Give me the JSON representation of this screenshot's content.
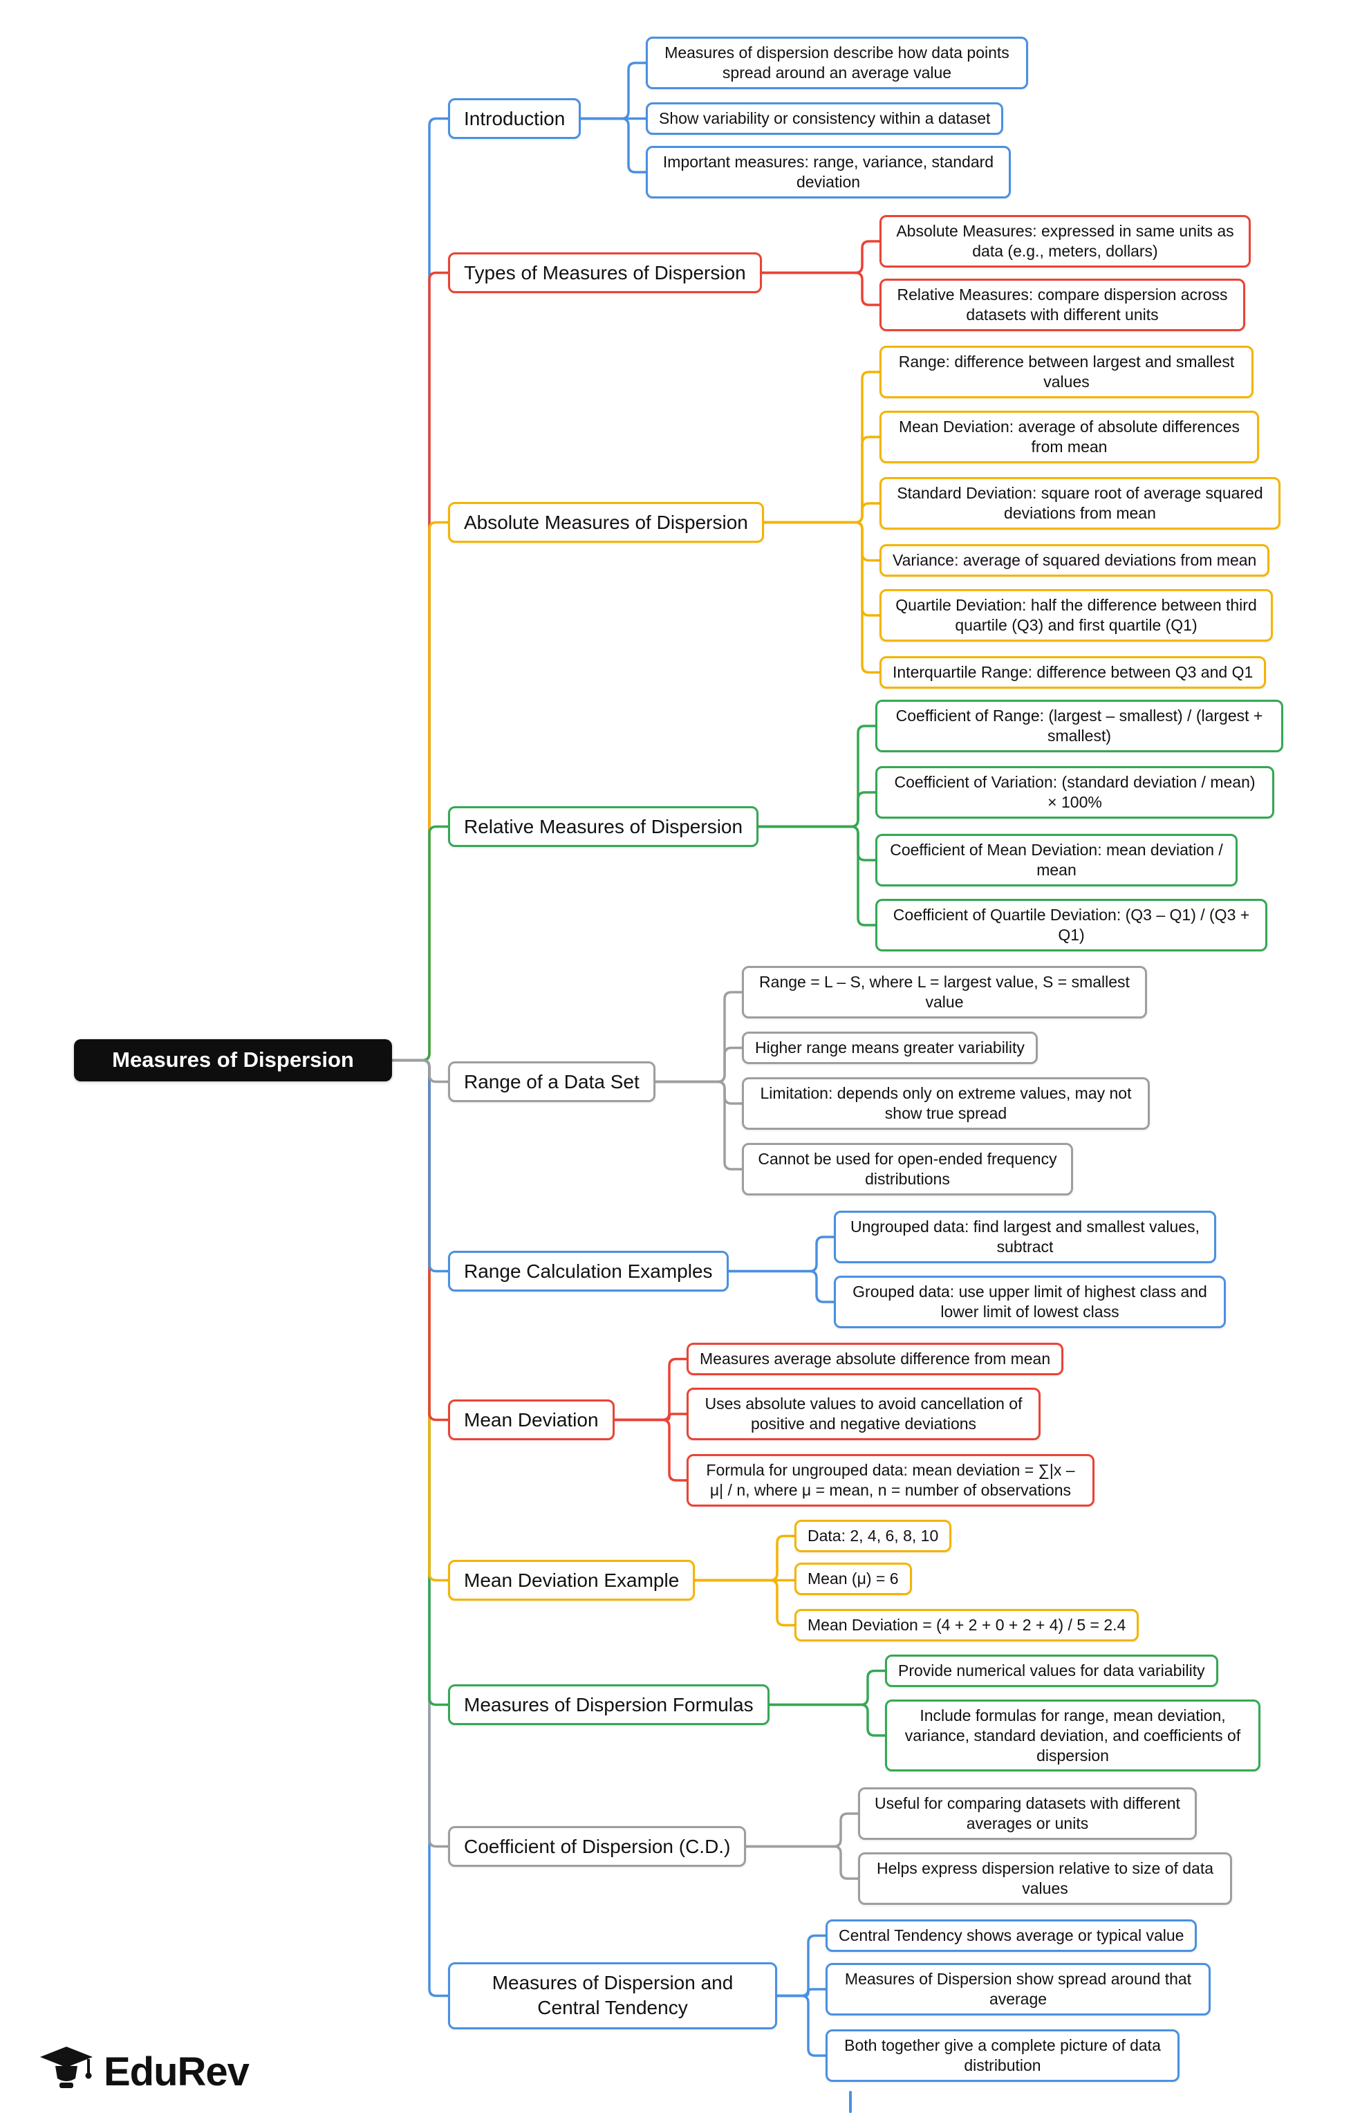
{
  "root": {
    "label": "Measures of Dispersion",
    "bg": "#0e0e0e",
    "text_color": "#ffffff"
  },
  "palette": {
    "blue": "#4a90e2",
    "red": "#ea4335",
    "yellow": "#f4b400",
    "green": "#34a853",
    "gray": "#9e9e9e"
  },
  "branches": [
    {
      "label": "Introduction",
      "color": "#4a90e2",
      "children": [
        "Measures of dispersion describe how data points spread around an average value",
        "Show variability or consistency within a dataset",
        "Important measures: range, variance, standard deviation"
      ]
    },
    {
      "label": "Types of Measures of Dispersion",
      "color": "#ea4335",
      "children": [
        "Absolute Measures: expressed in same units as data (e.g., meters, dollars)",
        "Relative Measures: compare dispersion across datasets with different units"
      ]
    },
    {
      "label": "Absolute Measures of Dispersion",
      "color": "#f4b400",
      "children": [
        "Range: difference between largest and smallest values",
        "Mean Deviation: average of absolute differences from mean",
        "Standard Deviation: square root of average squared deviations from mean",
        "Variance: average of squared deviations from mean",
        "Quartile Deviation: half the difference between third quartile (Q3) and first quartile (Q1)",
        "Interquartile Range: difference between Q3 and Q1"
      ]
    },
    {
      "label": "Relative Measures of Dispersion",
      "color": "#34a853",
      "children": [
        "Coefficient of Range: (largest – smallest) / (largest + smallest)",
        "Coefficient of Variation: (standard deviation / mean) × 100%",
        "Coefficient of Mean Deviation: mean deviation / mean",
        "Coefficient of Quartile Deviation: (Q3 – Q1) / (Q3 + Q1)"
      ]
    },
    {
      "label": "Range of a Data Set",
      "color": "#9e9e9e",
      "children": [
        "Range = L – S, where L = largest value, S = smallest value",
        "Higher range means greater variability",
        "Limitation: depends only on extreme values, may not show true spread",
        "Cannot be used for open-ended frequency distributions"
      ]
    },
    {
      "label": "Range Calculation Examples",
      "color": "#4a90e2",
      "children": [
        "Ungrouped data: find largest and smallest values, subtract",
        "Grouped data: use upper limit of highest class and lower limit of lowest class"
      ]
    },
    {
      "label": "Mean Deviation",
      "color": "#ea4335",
      "children": [
        "Measures average absolute difference from mean",
        "Uses absolute values to avoid cancellation of positive and negative deviations",
        "Formula for ungrouped data: mean deviation = ∑|x – μ| / n, where μ = mean, n = number of observations"
      ]
    },
    {
      "label": "Mean Deviation Example",
      "color": "#f4b400",
      "children": [
        "Data: 2, 4, 6, 8, 10",
        "Mean (μ) = 6",
        "Mean Deviation = (4 + 2 + 0 + 2 + 4) / 5 = 2.4"
      ]
    },
    {
      "label": "Measures of Dispersion Formulas",
      "color": "#34a853",
      "children": [
        "Provide numerical values for data variability",
        "Include formulas for range, mean deviation, variance, standard deviation, and coefficients of dispersion"
      ]
    },
    {
      "label": "Coefficient of Dispersion (C.D.)",
      "color": "#9e9e9e",
      "children": [
        "Useful for comparing datasets with different averages or units",
        "Helps express dispersion relative to size of data values"
      ]
    },
    {
      "label": "Measures of Dispersion and Central Tendency",
      "color": "#4a90e2",
      "children": [
        "Central Tendency shows average or typical value",
        "Measures of Dispersion show spread around that average",
        "Both together give a complete picture of data distribution"
      ]
    }
  ],
  "footer": {
    "logo_text": "EduRev",
    "logo_icon": "graduation-cap-icon"
  }
}
